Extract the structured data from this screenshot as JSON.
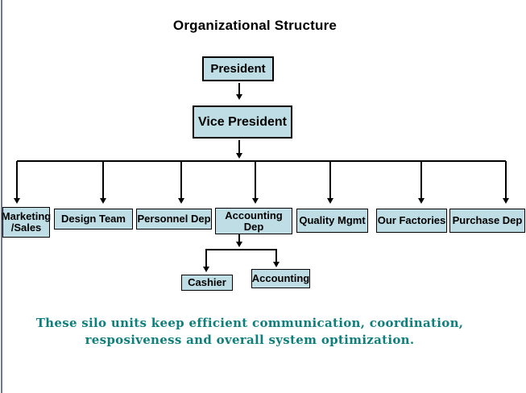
{
  "org": {
    "title": "Organizational Structure",
    "president": "President",
    "vice_president": "Vice President",
    "departments": [
      "Marketing\n/Sales",
      "Design Team",
      "Personnel Dep",
      "Accounting Dep",
      "Quality Mgmt",
      "Our Factories",
      "Purchase Dep"
    ],
    "sub_departments": [
      "Cashier",
      "Accounting"
    ],
    "caption": "These silo units keep efficient communication, coordination,\nresposiveness and overall system optimization."
  },
  "colors": {
    "node_fill": "#bedde4",
    "node_border": "#000000",
    "connector": "#000000",
    "caption_text": "#0e7f7c",
    "title_text": "#000000",
    "page_edge_bar": "#6a7694",
    "background": "#ffffff"
  }
}
